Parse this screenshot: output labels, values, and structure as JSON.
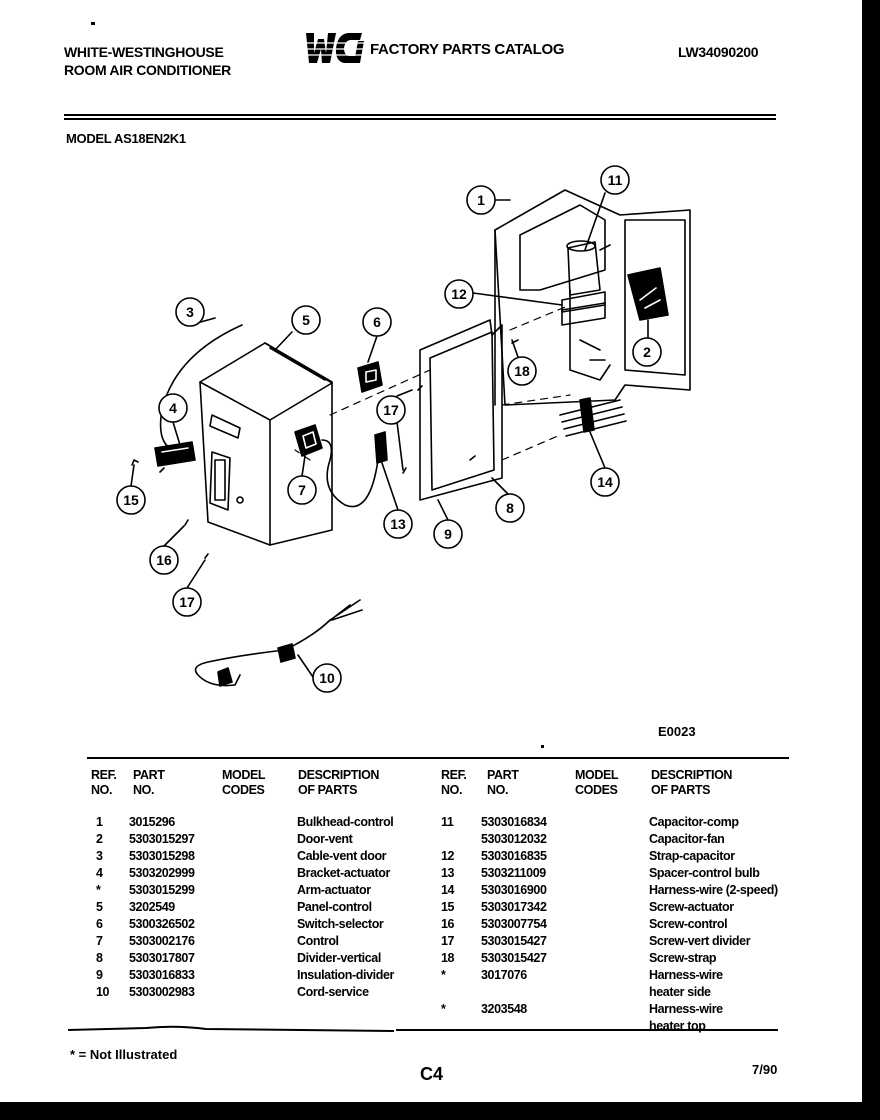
{
  "header": {
    "brand_line1": "WHITE-WESTINGHOUSE",
    "brand_line2": "ROOM AIR CONDITIONER",
    "logo_text": "WCI",
    "catalog_title": "FACTORY PARTS CATALOG",
    "doc_number": "LW34090200",
    "model_label": "MODEL AS18EN2K1"
  },
  "diagram": {
    "figure_code": "E0023",
    "callouts": [
      "1",
      "2",
      "3",
      "4",
      "5",
      "6",
      "7",
      "8",
      "9",
      "10",
      "11",
      "12",
      "13",
      "14",
      "15",
      "16",
      "17",
      "17",
      "18"
    ]
  },
  "table": {
    "headers": {
      "ref_line1": "REF.",
      "ref_line2": "NO.",
      "part_line1": "PART",
      "part_line2": "NO.",
      "model_line1": "MODEL",
      "model_line2": "CODES",
      "desc_line1": "DESCRIPTION",
      "desc_line2": "OF PARTS"
    },
    "left_rows": [
      {
        "ref": "1",
        "part": "3015296",
        "code": "",
        "desc": "Bulkhead-control"
      },
      {
        "ref": "2",
        "part": "5303015297",
        "code": "",
        "desc": "Door-vent"
      },
      {
        "ref": "3",
        "part": "5303015298",
        "code": "",
        "desc": "Cable-vent door"
      },
      {
        "ref": "4",
        "part": "5303202999",
        "code": "",
        "desc": "Bracket-actuator"
      },
      {
        "ref": "*",
        "part": "5303015299",
        "code": "",
        "desc": "Arm-actuator"
      },
      {
        "ref": "5",
        "part": "3202549",
        "code": "",
        "desc": "Panel-control"
      },
      {
        "ref": "6",
        "part": "5300326502",
        "code": "",
        "desc": "Switch-selector"
      },
      {
        "ref": "7",
        "part": "5303002176",
        "code": "",
        "desc": "Control"
      },
      {
        "ref": "8",
        "part": "5303017807",
        "code": "",
        "desc": "Divider-vertical"
      },
      {
        "ref": "9",
        "part": "5303016833",
        "code": "",
        "desc": "Insulation-divider"
      },
      {
        "ref": "10",
        "part": "5303002983",
        "code": "",
        "desc": "Cord-service"
      }
    ],
    "right_rows": [
      {
        "ref": "11",
        "part": "5303016834",
        "code": "",
        "desc": "Capacitor-comp"
      },
      {
        "ref": "",
        "part": "5303012032",
        "code": "",
        "desc": "Capacitor-fan"
      },
      {
        "ref": "12",
        "part": "5303016835",
        "code": "",
        "desc": "Strap-capacitor"
      },
      {
        "ref": "13",
        "part": "5303211009",
        "code": "",
        "desc": "Spacer-control bulb"
      },
      {
        "ref": "14",
        "part": "5303016900",
        "code": "",
        "desc": "Harness-wire (2-speed)"
      },
      {
        "ref": "15",
        "part": "5303017342",
        "code": "",
        "desc": "Screw-actuator"
      },
      {
        "ref": "16",
        "part": "5303007754",
        "code": "",
        "desc": "Screw-control"
      },
      {
        "ref": "17",
        "part": "5303015427",
        "code": "",
        "desc": "Screw-vert divider"
      },
      {
        "ref": "18",
        "part": "5303015427",
        "code": "",
        "desc": "Screw-strap"
      },
      {
        "ref": "*",
        "part": "3017076",
        "code": "",
        "desc": "Harness-wire"
      },
      {
        "ref": "",
        "part": "",
        "code": "",
        "desc": "heater side"
      },
      {
        "ref": "*",
        "part": "3203548",
        "code": "",
        "desc": "Harness-wire"
      },
      {
        "ref": "",
        "part": "",
        "code": "",
        "desc": "heater top"
      }
    ]
  },
  "footer": {
    "footnote": "* = Not Illustrated",
    "page_code": "C4",
    "date": "7/90"
  }
}
